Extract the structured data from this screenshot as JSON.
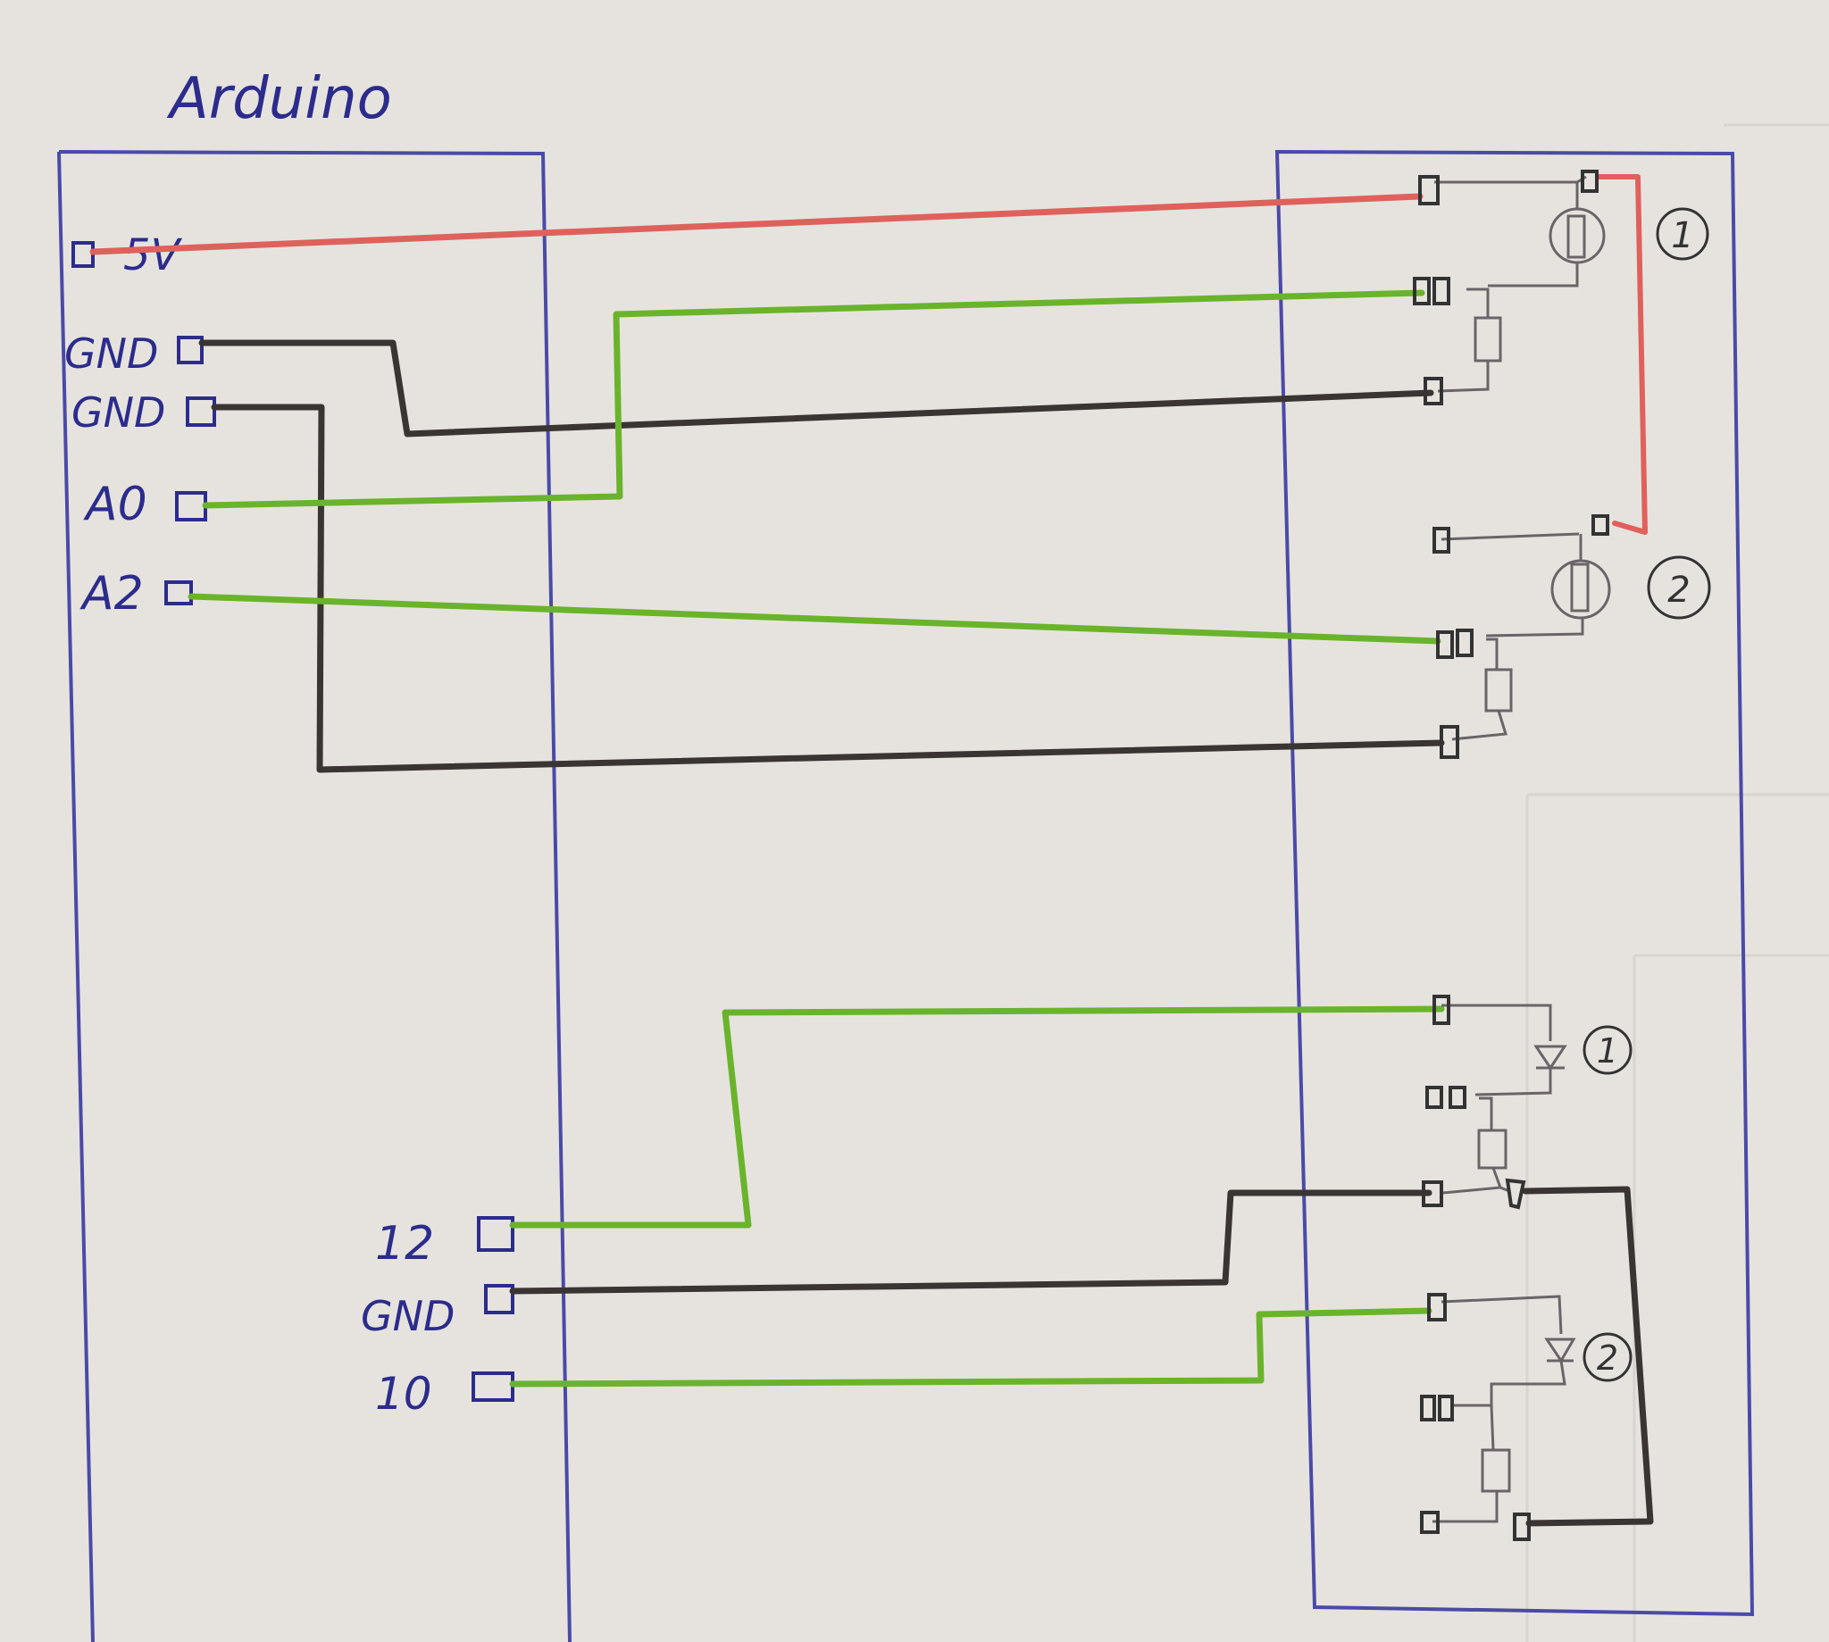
{
  "colors": {
    "paper": "#e6e3df",
    "box_outline": "#4a4aa8",
    "label_ink": "#2c2c8c",
    "wire_5v": "#e0605c",
    "wire_signal": "#6ab42c",
    "wire_ground": "#3a3433",
    "component_ink": "#6a6468",
    "marker_ink": "#333333"
  },
  "arduino": {
    "title": "Arduino",
    "pins": {
      "p5v": "5V",
      "gnd1": "GND",
      "gnd2": "GND",
      "a0": "A0",
      "a2": "A2",
      "d12": "12",
      "gnd3": "GND",
      "d10": "10"
    }
  },
  "breadboard": {
    "markers": {
      "sensor1": "1",
      "sensor2": "2",
      "led1": "1",
      "led2": "2"
    }
  }
}
